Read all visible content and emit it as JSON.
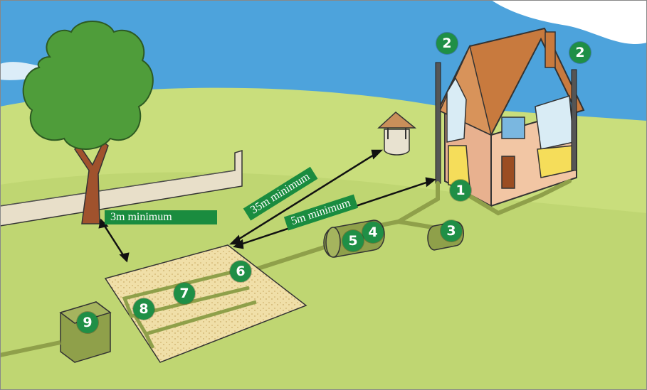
{
  "distance_labels": {
    "tree": "3m minimum",
    "well": "35m minimum",
    "house": "5m minimum"
  },
  "components": [
    {
      "number": "1"
    },
    {
      "number": "2"
    },
    {
      "number": "2"
    },
    {
      "number": "3"
    },
    {
      "number": "4"
    },
    {
      "number": "5"
    },
    {
      "number": "6"
    },
    {
      "number": "7"
    },
    {
      "number": "8"
    },
    {
      "number": "9"
    }
  ],
  "colors": {
    "badge": "#1f8f46",
    "label_bg": "#1a8c3f",
    "sky": "#4da3dc",
    "grass": "#c9de7c",
    "pipe": "#8fa04a"
  }
}
